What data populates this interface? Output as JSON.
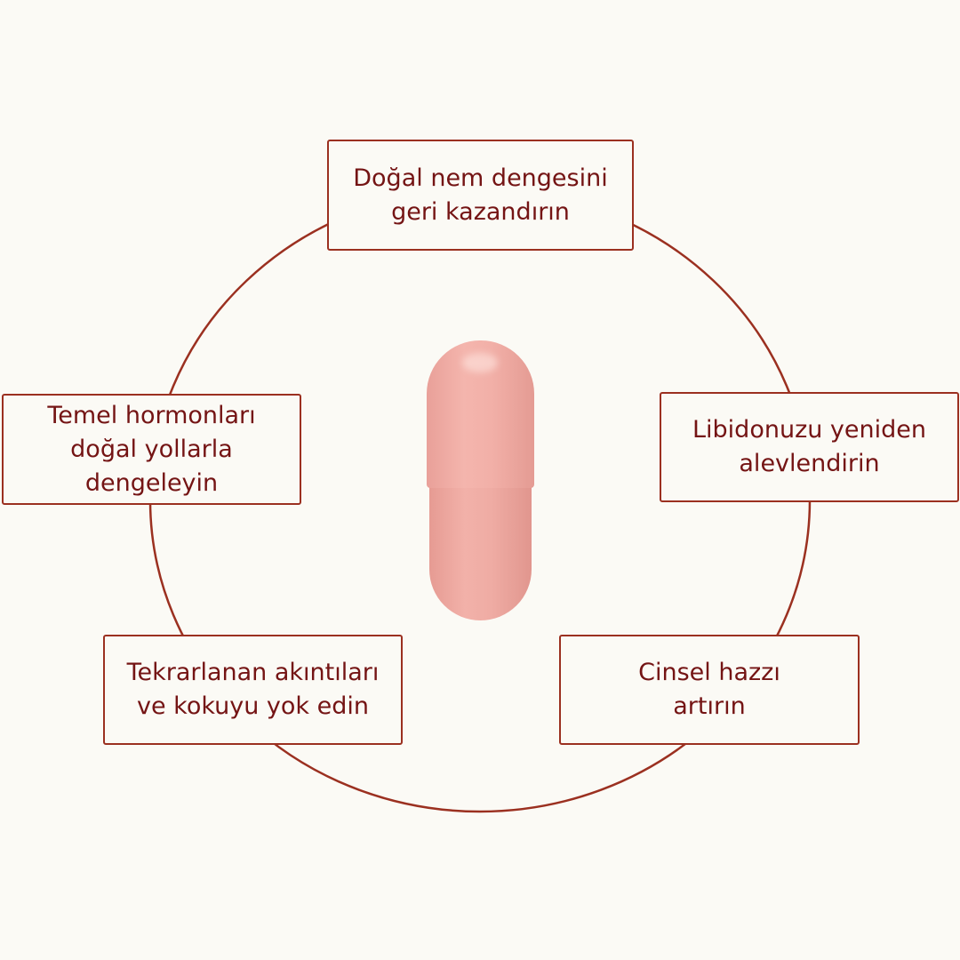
{
  "benefits": {
    "top": [
      "Doğal nem dengesini",
      "geri kazandırın"
    ],
    "left": [
      "Temel hormonları",
      "doğal yollarla",
      "dengeleyin"
    ],
    "right": [
      "Libidonuzu yeniden",
      "alevlendirin"
    ],
    "bottom_left": [
      "Tekrarlanan akıntıları",
      "ve kokuyu yok edin"
    ],
    "bottom_right": [
      "Cinsel hazzı",
      "artırın"
    ]
  },
  "colors": {
    "border": "#9b3020",
    "text": "#741414",
    "pill": "#f2b0a8",
    "background": "#fbfaf5"
  }
}
